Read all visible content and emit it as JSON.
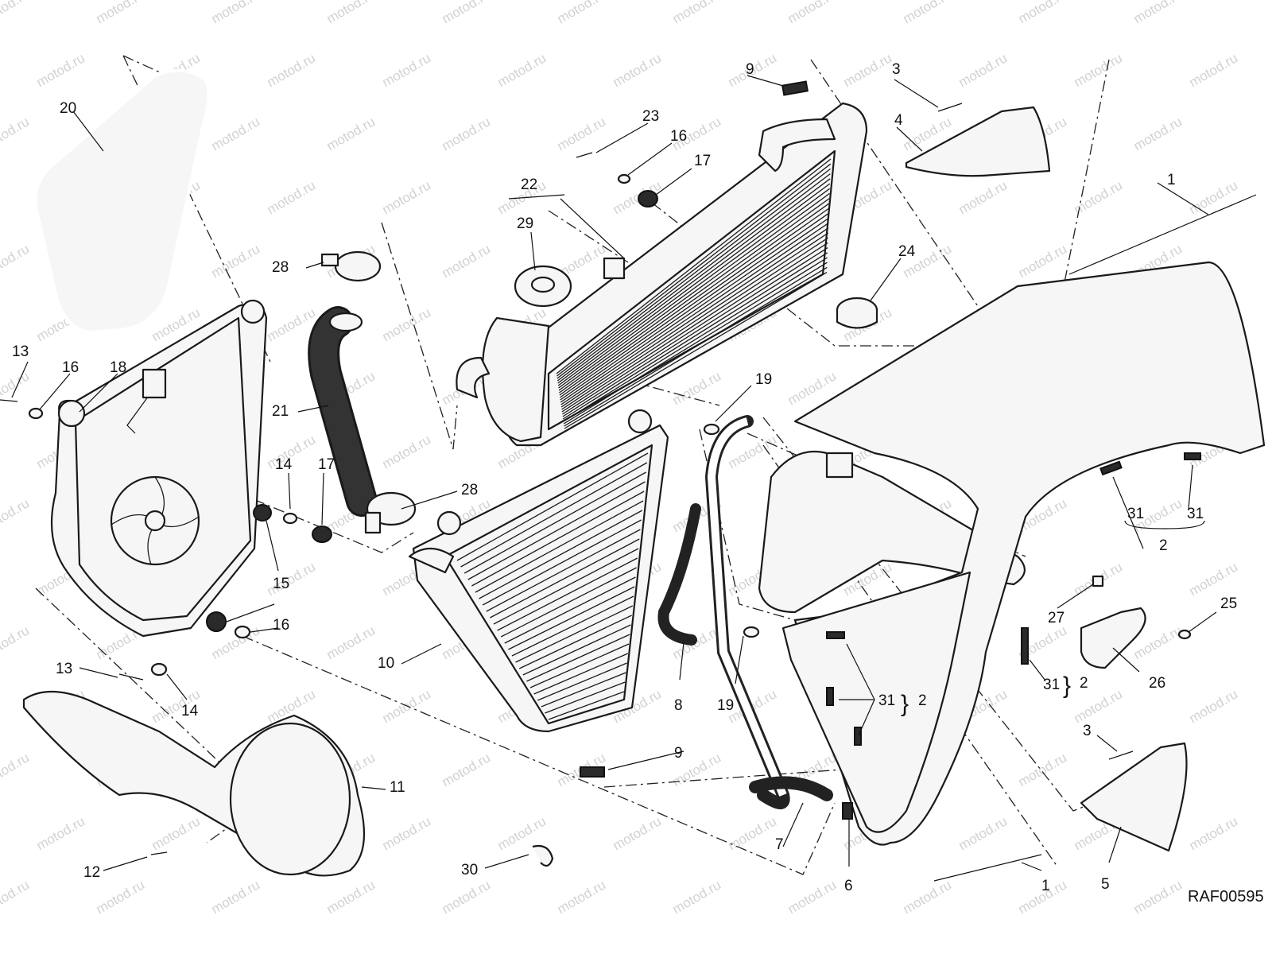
{
  "diagram": {
    "reference_code": "RAF00595",
    "watermark": "motod.ru",
    "callouts": {
      "c1a": "1",
      "c1b": "1",
      "c2a": "2",
      "c2b": "2",
      "c2c": "2",
      "c3a": "3",
      "c3b": "3",
      "c4": "4",
      "c5": "5",
      "c6": "6",
      "c7": "7",
      "c8": "8",
      "c9a": "9",
      "c9b": "9",
      "c10": "10",
      "c11": "11",
      "c12": "12",
      "c13a": "13",
      "c13b": "13",
      "c14a": "14",
      "c14b": "14",
      "c15": "15",
      "c16a": "16",
      "c16b": "16",
      "c16c": "16",
      "c17a": "17",
      "c17b": "17",
      "c18": "18",
      "c19a": "19",
      "c19b": "19",
      "c20": "20",
      "c21": "21",
      "c22": "22",
      "c23": "23",
      "c24": "24",
      "c25": "25",
      "c26": "26",
      "c27": "27",
      "c28a": "28",
      "c28b": "28",
      "c29": "29",
      "c30": "30",
      "c31a": "31",
      "c31b": "31",
      "c31c": "31",
      "c31d": "31"
    }
  }
}
